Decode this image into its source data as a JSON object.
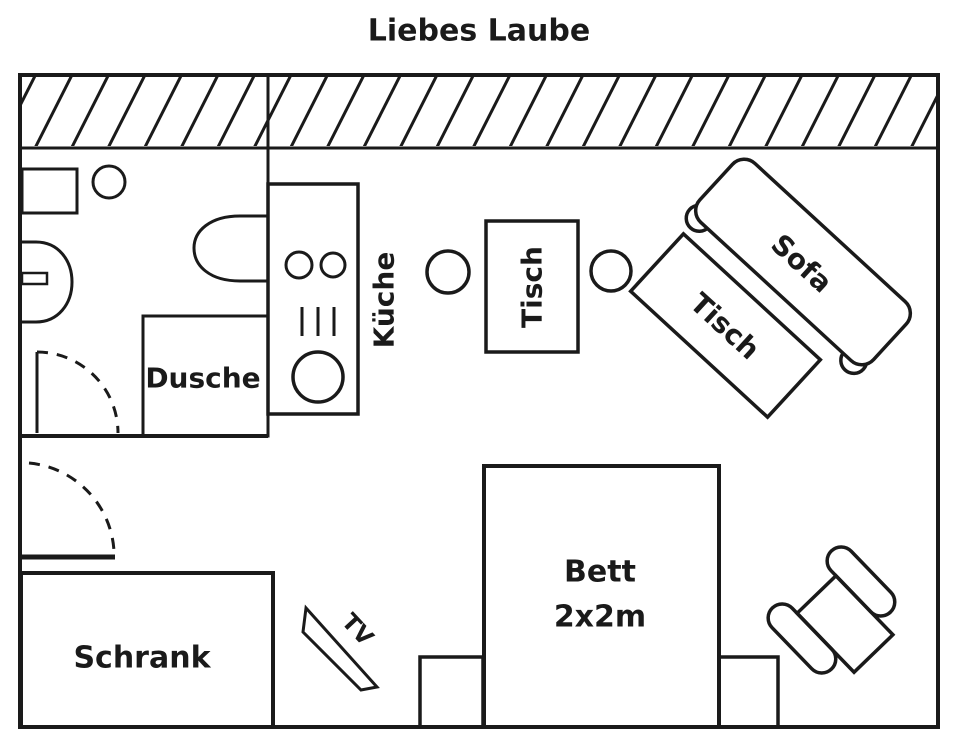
{
  "title": "Liebes Laube",
  "colors": {
    "ink": "#1a1a1a",
    "background": "#ffffff"
  },
  "labels": {
    "shower": "Dusche",
    "kitchen": "Küche",
    "table_small": "Tisch",
    "table_large": "Tisch",
    "sofa": "Sofa",
    "tv": "TV",
    "bed": "Bett",
    "bed_size": "2x2m",
    "wardrobe": "Schrank"
  }
}
